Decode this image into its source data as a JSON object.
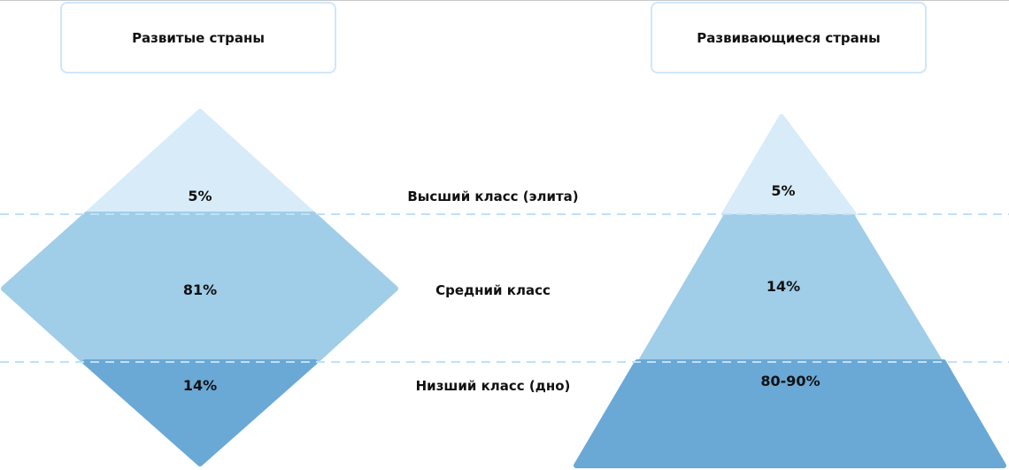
{
  "headers": {
    "developed": "Развитые страны",
    "developing": "Развивающиеся страны"
  },
  "classes": {
    "upper": "Высший класс (элита)",
    "middle": "Средний класс",
    "lower": "Низший класс (дно)"
  },
  "developed": {
    "upper": "5%",
    "middle": "81%",
    "lower": "14%"
  },
  "developing": {
    "upper": "5%",
    "middle": "14%",
    "lower": "80-90%"
  },
  "colors": {
    "upper": "#d7ebf8",
    "middle": "#a0cde8",
    "lower": "#6aa8d6",
    "dash": "#bfe0f8",
    "border": "#cfe6fb"
  }
}
